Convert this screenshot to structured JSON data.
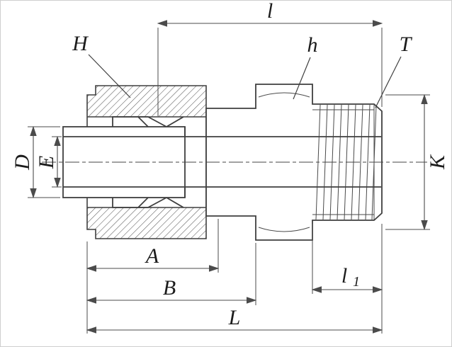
{
  "drawing": {
    "labels": {
      "l": "l",
      "H": "H",
      "h": "h",
      "T": "T",
      "D": "D",
      "E": "E",
      "K": "K",
      "A": "A",
      "B": "B",
      "L": "L",
      "l1_base": "l",
      "l1_sub": "1"
    },
    "colors": {
      "outline": "#3f3f3f",
      "dimension": "#4b4b4b",
      "label_text": "#1c1c1c",
      "background": "#ffffff"
    }
  }
}
